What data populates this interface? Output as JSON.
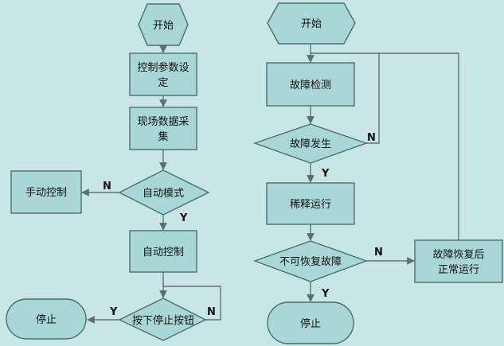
{
  "left_flow": {
    "start": "开始",
    "setup": [
      "控制参数设",
      "定"
    ],
    "collect": [
      "现场数据采",
      "集"
    ],
    "auto_mode": "自动模式",
    "manual": "手动控制",
    "auto_control": "自动控制",
    "stop_button": "按下停止按钮",
    "stop": "停止",
    "labels": {
      "auto_no": "N",
      "auto_yes": "Y",
      "stop_yes": "Y",
      "stop_no": "N"
    }
  },
  "right_flow": {
    "start": "开始",
    "detect": "故障检测",
    "fault": "故障发生",
    "dilute": "稀释运行",
    "unrecoverable": "不可恢复故障",
    "recovered": [
      "故障恢复后",
      "正常运行"
    ],
    "stop": "停止",
    "labels": {
      "fault_no": "N",
      "fault_yes": "Y",
      "unrec_no": "N",
      "unrec_yes": "Y"
    }
  },
  "colors": {
    "background": "#c8e6e6",
    "fill": "#a9d6d6",
    "stroke": "#4a6f6f",
    "line": "#5a7070"
  }
}
